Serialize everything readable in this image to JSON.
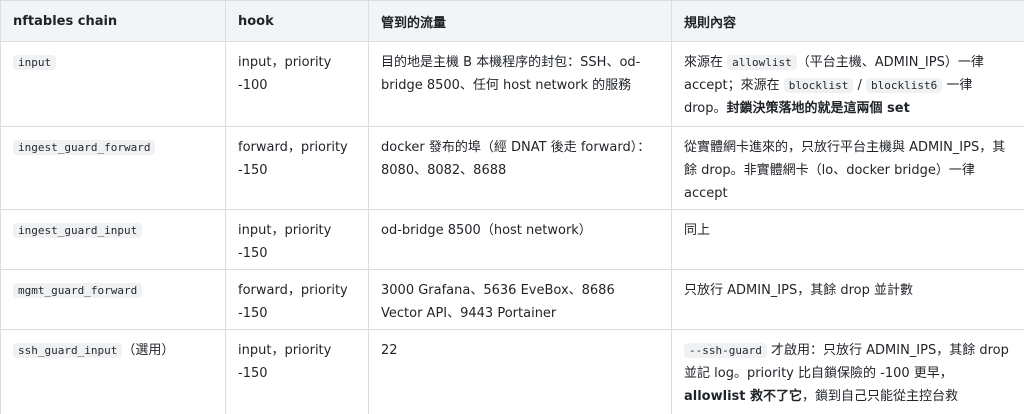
{
  "headers": [
    "nftables chain",
    "hook",
    "管到的流量",
    "規則內容"
  ],
  "rows": [
    {
      "chain": "input",
      "hook": "input，priority -100",
      "traffic": "目的地是主機 B 本機程序的封包：SSH、od-bridge 8500、任何 host network 的服務",
      "rule": {
        "p1": "來源在 ",
        "c1": "allowlist",
        "p2": "（平台主機、ADMIN_IPS）一律 accept；來源在 ",
        "c2": "blocklist",
        "p3": " / ",
        "c3": "blocklist6",
        "p4": " 一律 drop。",
        "b1": "封鎖決策落地的就是這兩個 set"
      }
    },
    {
      "chain": "ingest_guard_forward",
      "hook": "forward，priority -150",
      "traffic": "docker 發布的埠（經 DNAT 後走 forward）：8080、8082、8688",
      "rule": "從實體網卡進來的，只放行平台主機與 ADMIN_IPS，其餘 drop。非實體網卡（lo、docker bridge）一律 accept"
    },
    {
      "chain": "ingest_guard_input",
      "hook": "input，priority -150",
      "traffic": "od-bridge 8500（host network）",
      "rule": "同上"
    },
    {
      "chain": "mgmt_guard_forward",
      "hook": "forward，priority -150",
      "traffic": "3000 Grafana、5636 EveBox、8686 Vector API、9443 Portainer",
      "rule": "只放行 ADMIN_IPS，其餘 drop 並計數"
    },
    {
      "chain": "ssh_guard_input",
      "chain_suffix": "（選用）",
      "hook": "input，priority -150",
      "traffic": "22",
      "rule": {
        "c1": "--ssh-guard",
        "p1": " 才啟用：只放行 ADMIN_IPS，其餘 drop 並記 log。priority 比自鎖保險的 -100 更早，",
        "b1": "allowlist 救不了它",
        "p2": "，鎖到自己只能從主控台救"
      }
    }
  ]
}
